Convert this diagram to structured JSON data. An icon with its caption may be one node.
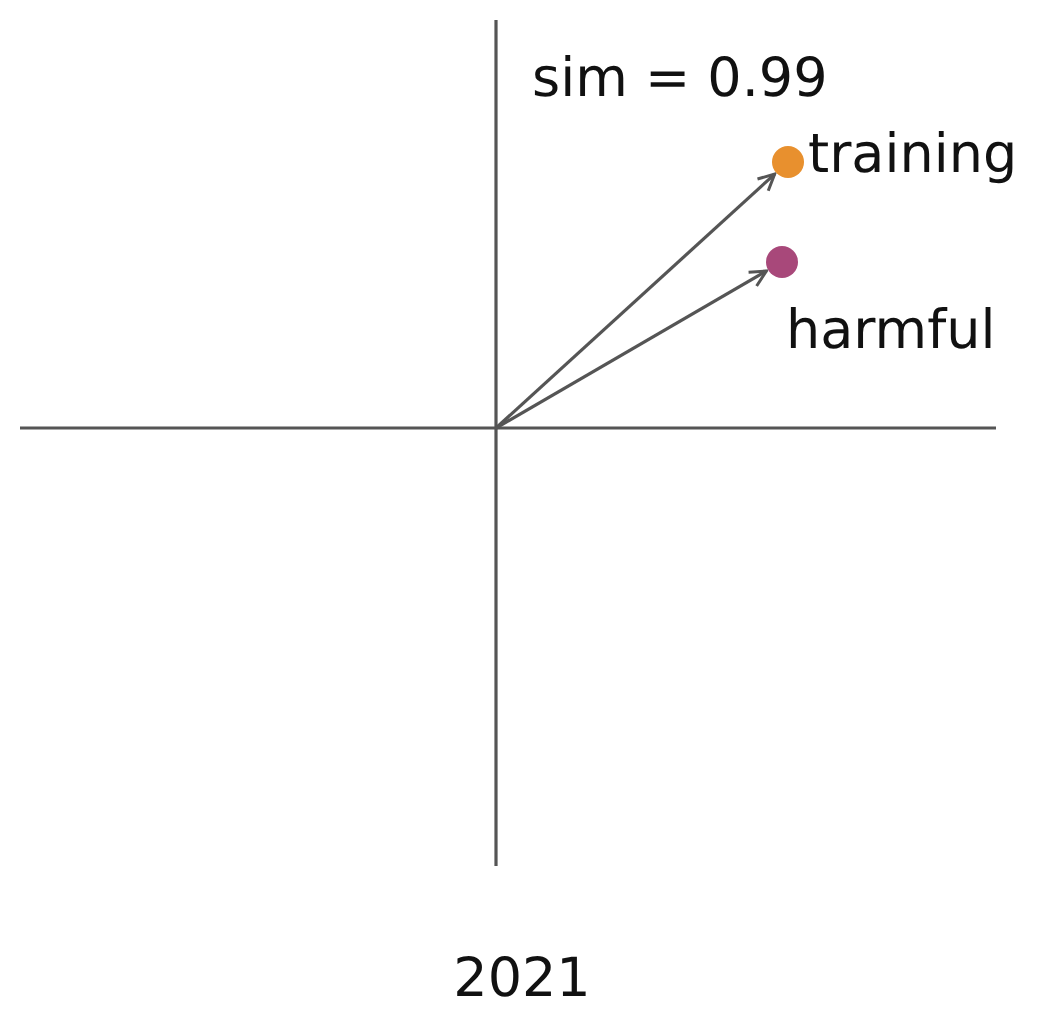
{
  "diagram": {
    "caption": "2021",
    "nodes": [
      {
        "text": [],
        "shape": "circle",
        "beside": [
          "training"
        ]
      },
      {
        "text": [],
        "shape": "circle",
        "beside": [
          "harmful"
        ]
      }
    ],
    "edges": [
      {
        "from": null,
        "to": 0,
        "arrow": "to"
      },
      {
        "from": null,
        "to": 1,
        "arrow": "to"
      }
    ],
    "labels": [
      "sim = 0.99"
    ]
  }
}
